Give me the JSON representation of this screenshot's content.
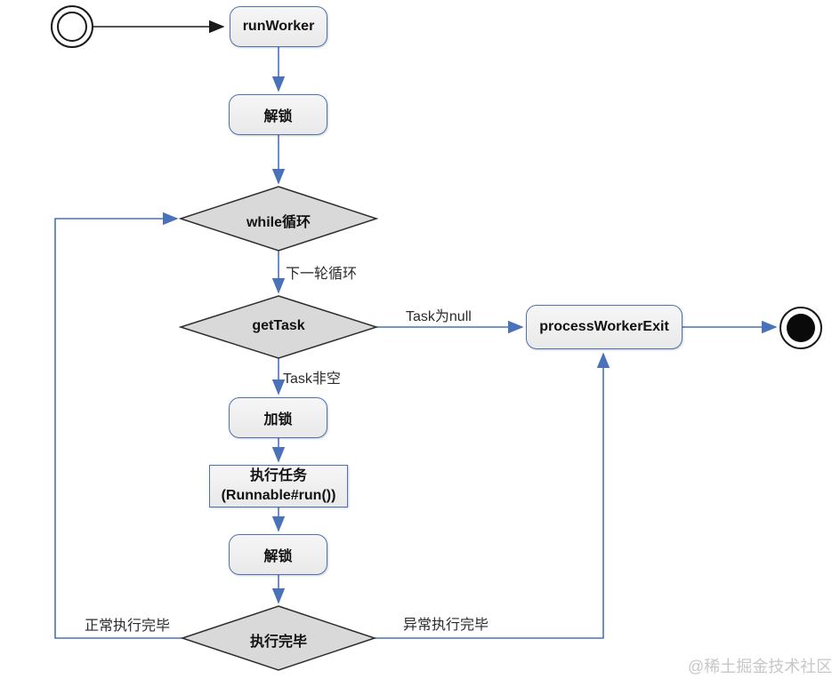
{
  "diagram": {
    "title_hint": "runWorker activity flow",
    "nodes": {
      "start": {
        "type": "initial-state"
      },
      "run_worker": {
        "label": "runWorker"
      },
      "unlock_first": {
        "label": "解锁"
      },
      "while_loop": {
        "label": "while循环"
      },
      "get_task": {
        "label": "getTask"
      },
      "process_worker_exit": {
        "label": "processWorkerExit"
      },
      "lock": {
        "label": "加锁"
      },
      "run_task": {
        "label": "执行任务\n(Runnable#run())"
      },
      "unlock_second": {
        "label": "解锁"
      },
      "exec_done": {
        "label": "执行完毕"
      },
      "end": {
        "type": "final-state"
      }
    },
    "edge_labels": {
      "next_loop": "下一轮循环",
      "task_null": "Task为null",
      "task_not_null": "Task非空",
      "normal_finish": "正常执行完毕",
      "abnormal_finish": "异常执行完毕"
    },
    "colors": {
      "node_border": "#4a72b4",
      "node_fill": "#efefef",
      "diamond_fill": "#d9d9d9",
      "diamond_border": "#2d2d2d",
      "edge_blue": "#4a72b8",
      "edge_black": "#1a1a1a",
      "watermark_gray": "#c7c7c7"
    }
  },
  "watermark": "@稀土掘金技术社区"
}
